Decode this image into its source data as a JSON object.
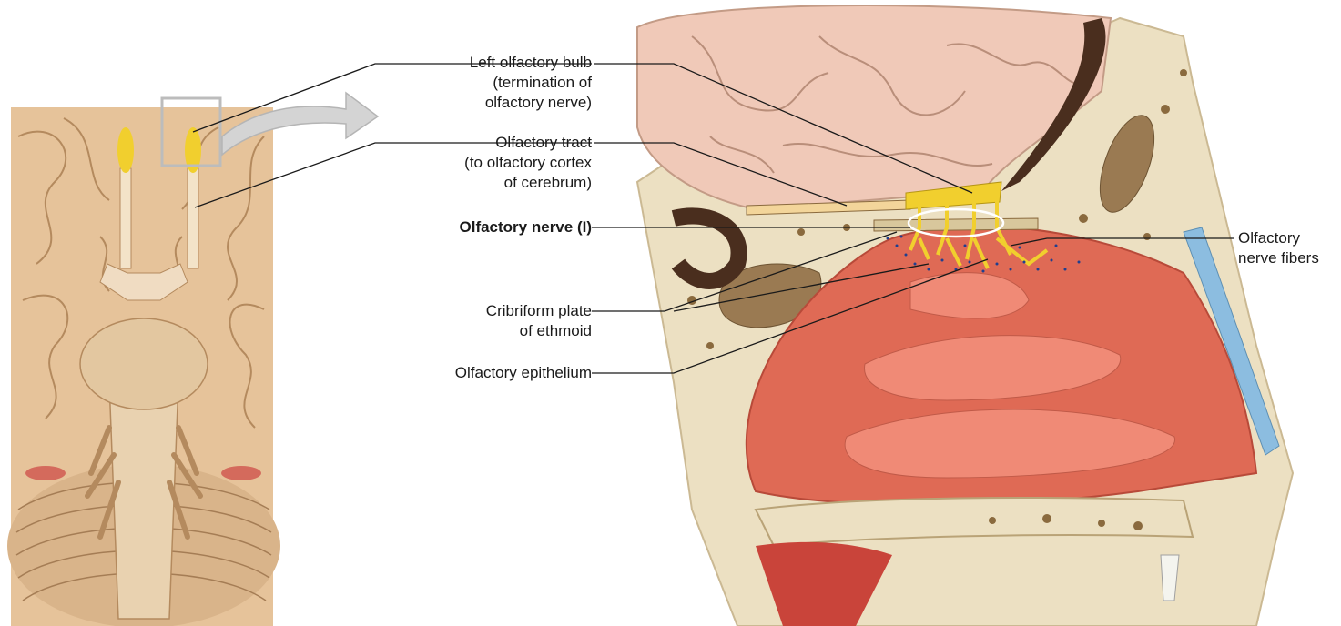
{
  "labels": {
    "left_bulb": [
      "Left olfactory bulb",
      "(termination of",
      "olfactory nerve)"
    ],
    "tract": [
      "Olfactory tract",
      "(to olfactory cortex",
      "of cerebrum)"
    ],
    "nerve": "Olfactory nerve (I)",
    "cribriform": [
      "Cribriform plate",
      "of ethmoid"
    ],
    "epithelium": "Olfactory epithelium",
    "fibers": [
      "Olfactory",
      "nerve fibers"
    ]
  },
  "colors": {
    "brain": "#e6c39a",
    "brain_dark": "#b48a5e",
    "bone": "#ece0c2",
    "bone_pore": "#8a6a3e",
    "mucosa": "#df6a55",
    "nerve": "#f1cf2e",
    "callout": "#bcbcbc",
    "nasal_cartilage": "#8cbde0"
  }
}
